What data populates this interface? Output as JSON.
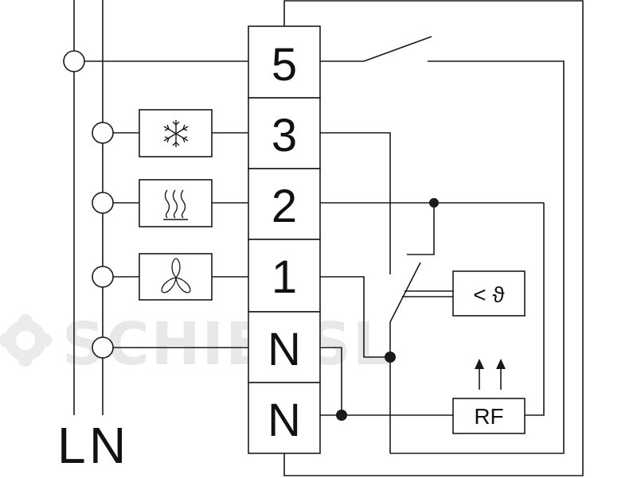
{
  "rails": {
    "live_label": "L",
    "neutral_label": "N"
  },
  "terminals": [
    "5",
    "3",
    "2",
    "1",
    "N",
    "N"
  ],
  "components": {
    "sensor_label": "< ϑ",
    "rf_label": "RF"
  },
  "watermark": {
    "text": "SCHIESSL",
    "color": "#e8e8e8"
  },
  "colors": {
    "line": "#1a1a1a",
    "background": "#ffffff"
  }
}
